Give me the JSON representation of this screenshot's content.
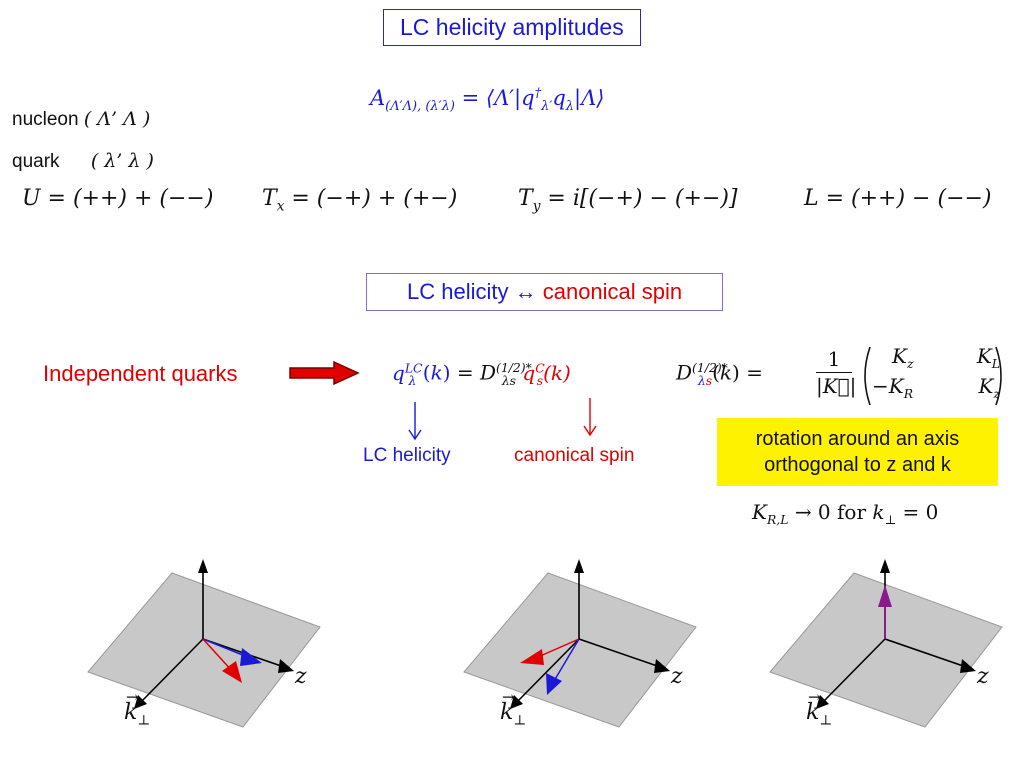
{
  "header": {
    "title": "LC helicity amplitudes"
  },
  "labels": {
    "nucleon": "nucleon",
    "nucleon_pair": "( Λ’ Λ )",
    "quark": "quark",
    "quark_pair": "( λ’ λ )"
  },
  "amplitude": {
    "lhs": "A",
    "lhs_sub": "(Λ′Λ), (λ′λ)",
    "rhs": "= ⟨Λ′|q",
    "rhs_sup": "†",
    "rhs_sub": "λ′",
    "rhs_tail": "q",
    "rhs_tail_sub": "λ",
    "rhs_end": "|Λ⟩"
  },
  "combinations": {
    "U": "U = (++) + (−−)",
    "Tx": "T",
    "Tx_sub": "x",
    "Tx_rhs": "= (−+) + (+−)",
    "Ty": "T",
    "Ty_sub": "y",
    "Ty_rhs": "= i[(−+) − (+−)]",
    "L": "L = (++) − (−−)"
  },
  "section2": {
    "title_blue": "LC helicity ↔",
    "title_red": "canonical spin"
  },
  "quarks": {
    "label": "Independent quarks",
    "lc_label": "LC helicity",
    "can_label": "canonical spin",
    "eq_q": "q",
    "eq_q_sup": "LC",
    "eq_q_sub": "λ",
    "eq_k": "(k) = D",
    "eq_D_sup": "(1/2)*",
    "eq_D_sub": "λs",
    "eq_qc": "q",
    "eq_qc_sup": "C",
    "eq_qc_sub": "s",
    "eq_qc_k": "(k)",
    "D2": "D",
    "D2_sup": "(1/2)*",
    "D2_sub": "λs",
    "D2_k": "(k) =",
    "frac_num": "1",
    "frac_den": "|K⃗|",
    "matrix": [
      "K",
      "z",
      "K",
      "L",
      "−K",
      "R",
      "K",
      "z"
    ]
  },
  "note": {
    "line1": "rotation around an axis",
    "line2": "orthogonal to z and k",
    "limit": "K",
    "limit_sub": "R,L",
    "limit_rhs": "→ 0 for k",
    "limit_perp": "⊥",
    "limit_end": "= 0"
  },
  "diagrams": [
    {
      "z_label": "z",
      "k_label": "k",
      "k_sub": "⊥"
    },
    {
      "z_label": "z",
      "k_label": "k",
      "k_sub": "⊥"
    },
    {
      "z_label": "z",
      "k_label": "k",
      "k_sub": "⊥"
    }
  ],
  "colors": {
    "blue": "#1a1ad6",
    "red": "#e00000",
    "yellow": "#fff200",
    "plane": "#c8c8c8",
    "purple": "#8a1a8a"
  }
}
